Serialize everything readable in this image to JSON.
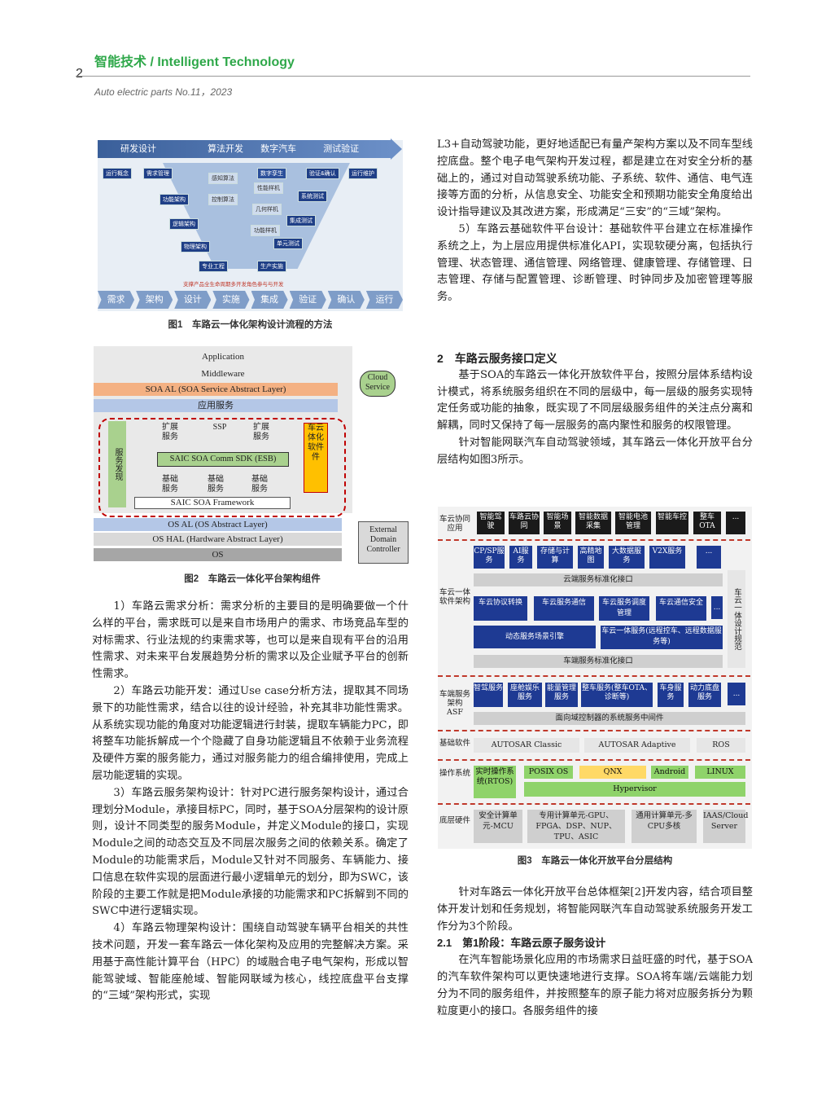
{
  "header": {
    "title": "智能技术 / Intelligent Technology",
    "page_number": "2",
    "journal": "Auto electric parts  No.11，2023"
  },
  "fig1": {
    "top_labels": [
      "研发设计",
      "算法开发",
      "数字汽车",
      "测试验证"
    ],
    "left_boxes": [
      "运行概念",
      "需求管理",
      "功能架构",
      "逻辑架构",
      "物理架构",
      "专业工程"
    ],
    "right_boxes": [
      "验证&确认",
      "运行维护",
      "系统测试",
      "集成测试",
      "单元测试",
      "生产实施"
    ],
    "middle_labels": [
      "数字孪生",
      "感知算法",
      "控制算法",
      "性能样机",
      "几何样机",
      "功能样机"
    ],
    "note": "支撑产品全生命周期多开发角色参与与开发",
    "steps": [
      "需求",
      "架构",
      "设计",
      "实施",
      "集成",
      "验证",
      "确认",
      "运行"
    ],
    "caption": "图1　车路云一体化架构设计流程的方法"
  },
  "fig2": {
    "application": "Application",
    "middleware": "Middleware",
    "soa_al": "SOA AL (SOA Service Abstract Layer)",
    "app_service": "应用服务",
    "service_discovery": "服务发现",
    "ext1": "扩展服务",
    "ssp": "SSP",
    "ext2": "扩展服务",
    "vehicle_cloud": "车云体化软件件",
    "sdk": "SAIC SOA Comm SDK (ESB)",
    "base1": "基础服务",
    "base2": "基础服务",
    "base3": "基础服务",
    "framework": "SAIC SOA Framework",
    "os_al": "OS AL (OS Abstract Layer)",
    "os_hal": "OS HAL (Hardware Abstract Layer)",
    "os": "OS",
    "cloud_service": "Cloud Service",
    "external": "External Domain Controller",
    "caption": "图2　车路云一体化平台架构组件"
  },
  "fig3": {
    "row1_label": "车云协同应用",
    "row1_items": [
      "智能驾驶",
      "车路云协同",
      "智能场景",
      "智能数据采集",
      "智能电池管理",
      "智能车控",
      "整车OTA",
      "..."
    ],
    "row2_label": "车云一体软件架构",
    "cloud_top": [
      "CP/SP服务",
      "AI服务",
      "存储与计算",
      "高精地图",
      "大数据服务",
      "V2X服务",
      "..."
    ],
    "cloud_std": "云端服务标准化接口",
    "cloud_mid": [
      "车云协议转换",
      "车云服务通信",
      "车云服务调度管理",
      "车云通信安全",
      "..."
    ],
    "dynamic": "动态服务场景引擎",
    "remote": "车云一体服务(远程控车、远程数据服务等)",
    "vehicle_std": "车端服务标准化接口",
    "design_spec": "车云一体设计规范",
    "asf_label": "车端服务架构ASF",
    "asf_items": [
      "智驾服务",
      "座舱娱乐服务",
      "能量管理服务",
      "整车服务(整车OTA、诊断等)",
      "车身服务",
      "动力底盘服务",
      "..."
    ],
    "asf_bottom": "面向域控制器的系统服务中间件",
    "base_label": "基础软件",
    "autosar_classic": "AUTOSAR Classic",
    "autosar_adaptive": "AUTOSAR Adaptive",
    "ros": "ROS",
    "os_label": "操作系统",
    "rtos": "实时操作系统(RTOS)",
    "posix": "POSIX OS",
    "qnx": "QNX",
    "android": "Android",
    "linux": "LINUX",
    "hypervisor": "Hypervisor",
    "hw_label": "底层硬件",
    "hw_items": [
      "安全计算单元-MCU",
      "专用计算单元-GPU、FPGA、DSP、NUP、TPU、ASIC",
      "通用计算单元-多CPU多核",
      "IAAS/Cloud Server"
    ],
    "caption": "图3　车路云一体化开放平台分层结构"
  },
  "left_col": [
    "1）车路云需求分析：需求分析的主要目的是明确要做一个什么样的平台，需求既可以是来自市场用户的需求、市场竞品车型的对标需求、行业法规的约束需求等，也可以是来自现有平台的沿用性需求、对未来平台发展趋势分析的需求以及企业赋予平台的创新性需求。",
    "2）车路云功能开发：通过Use case分析方法，提取其不同场景下的功能性需求，结合以往的设计经验，补充其非功能性需求。从系统实现功能的角度对功能逻辑进行封装，提取车辆能力PC，即将整车功能拆解成一个个隐藏了自身功能逻辑且不依赖于业务流程及硬件方案的服务能力，通过对服务能力的组合编排使用，完成上层功能逻辑的实现。",
    "3）车路云服务架构设计：针对PC进行服务架构设计，通过合理划分Module，承接目标PC，同时，基于SOA分层架构的设计原则，设计不同类型的服务Module，并定义Module的接口，实现Module之间的动态交互及不同层次服务之间的依赖关系。确定了Module的功能需求后，Module又针对不同服务、车辆能力、接口信息在软件实现的层面进行最小逻辑单元的划分，即为SWC，该阶段的主要工作就是把Module承接的功能需求和PC拆解到不同的SWC中进行逻辑实现。",
    "4）车路云物理架构设计：围绕自动驾驶车辆平台相关的共性技术问题，开发一套车路云一体化架构及应用的完整解决方案。采用基于高性能计算平台（HPC）的域融合电子电气架构，形成以智能驾驶域、智能座舱域、智能网联域为核心，线控底盘平台支撑的“三域”架构形式，实现"
  ],
  "right_col_top": [
    "L3+自动驾驶功能，更好地适配已有量产架构方案以及不同车型线控底盘。整个电子电气架构开发过程，都是建立在对安全分析的基础上的，通过对自动驾驶系统功能、子系统、软件、通信、电气连接等方面的分析，从信息安全、功能安全和预期功能安全角度给出设计指导建议及其改进方案，形成满足“三安”的“三域”架构。",
    "5）车路云基础软件平台设计：基础软件平台建立在标准操作系统之上，为上层应用提供标准化API，实现软硬分离，包括执行管理、状态管理、通信管理、网络管理、健康管理、存储管理、日志管理、存储与配置管理、诊断管理、时钟同步及加密管理等服务。"
  ],
  "section2": {
    "heading": "2　车路云服务接口定义",
    "paras": [
      "基于SOA的车路云一体化开放软件平台，按照分层体系结构设计模式，将系统服务组织在不同的层级中，每一层级的服务实现特定任务或功能的抽象，既实现了不同层级服务组件的关注点分离和解耦，同时又保持了每一层服务的高内聚性和服务的权限管理。",
      "针对智能网联汽车自动驾驶领域，其车路云一体化开放平台分层结构如图3所示。"
    ]
  },
  "right_col_bottom": {
    "para1": "针对车路云一体化开放平台总体框架[2]开发内容，结合项目整体开发计划和任务规划，将智能网联汽车自动驾驶系统服务开发工作分为3个阶段。",
    "subheading": "2.1　第1阶段：车路云原子服务设计",
    "para2": "在汽车智能场景化应用的市场需求日益旺盛的时代，基于SOA的汽车软件架构可以更快速地进行支撑。SOA将车端/云端能力划分为不同的服务组件，并按照整车的原子能力将对应服务拆分为颗粒度更小的接口。各服务组件的接"
  }
}
